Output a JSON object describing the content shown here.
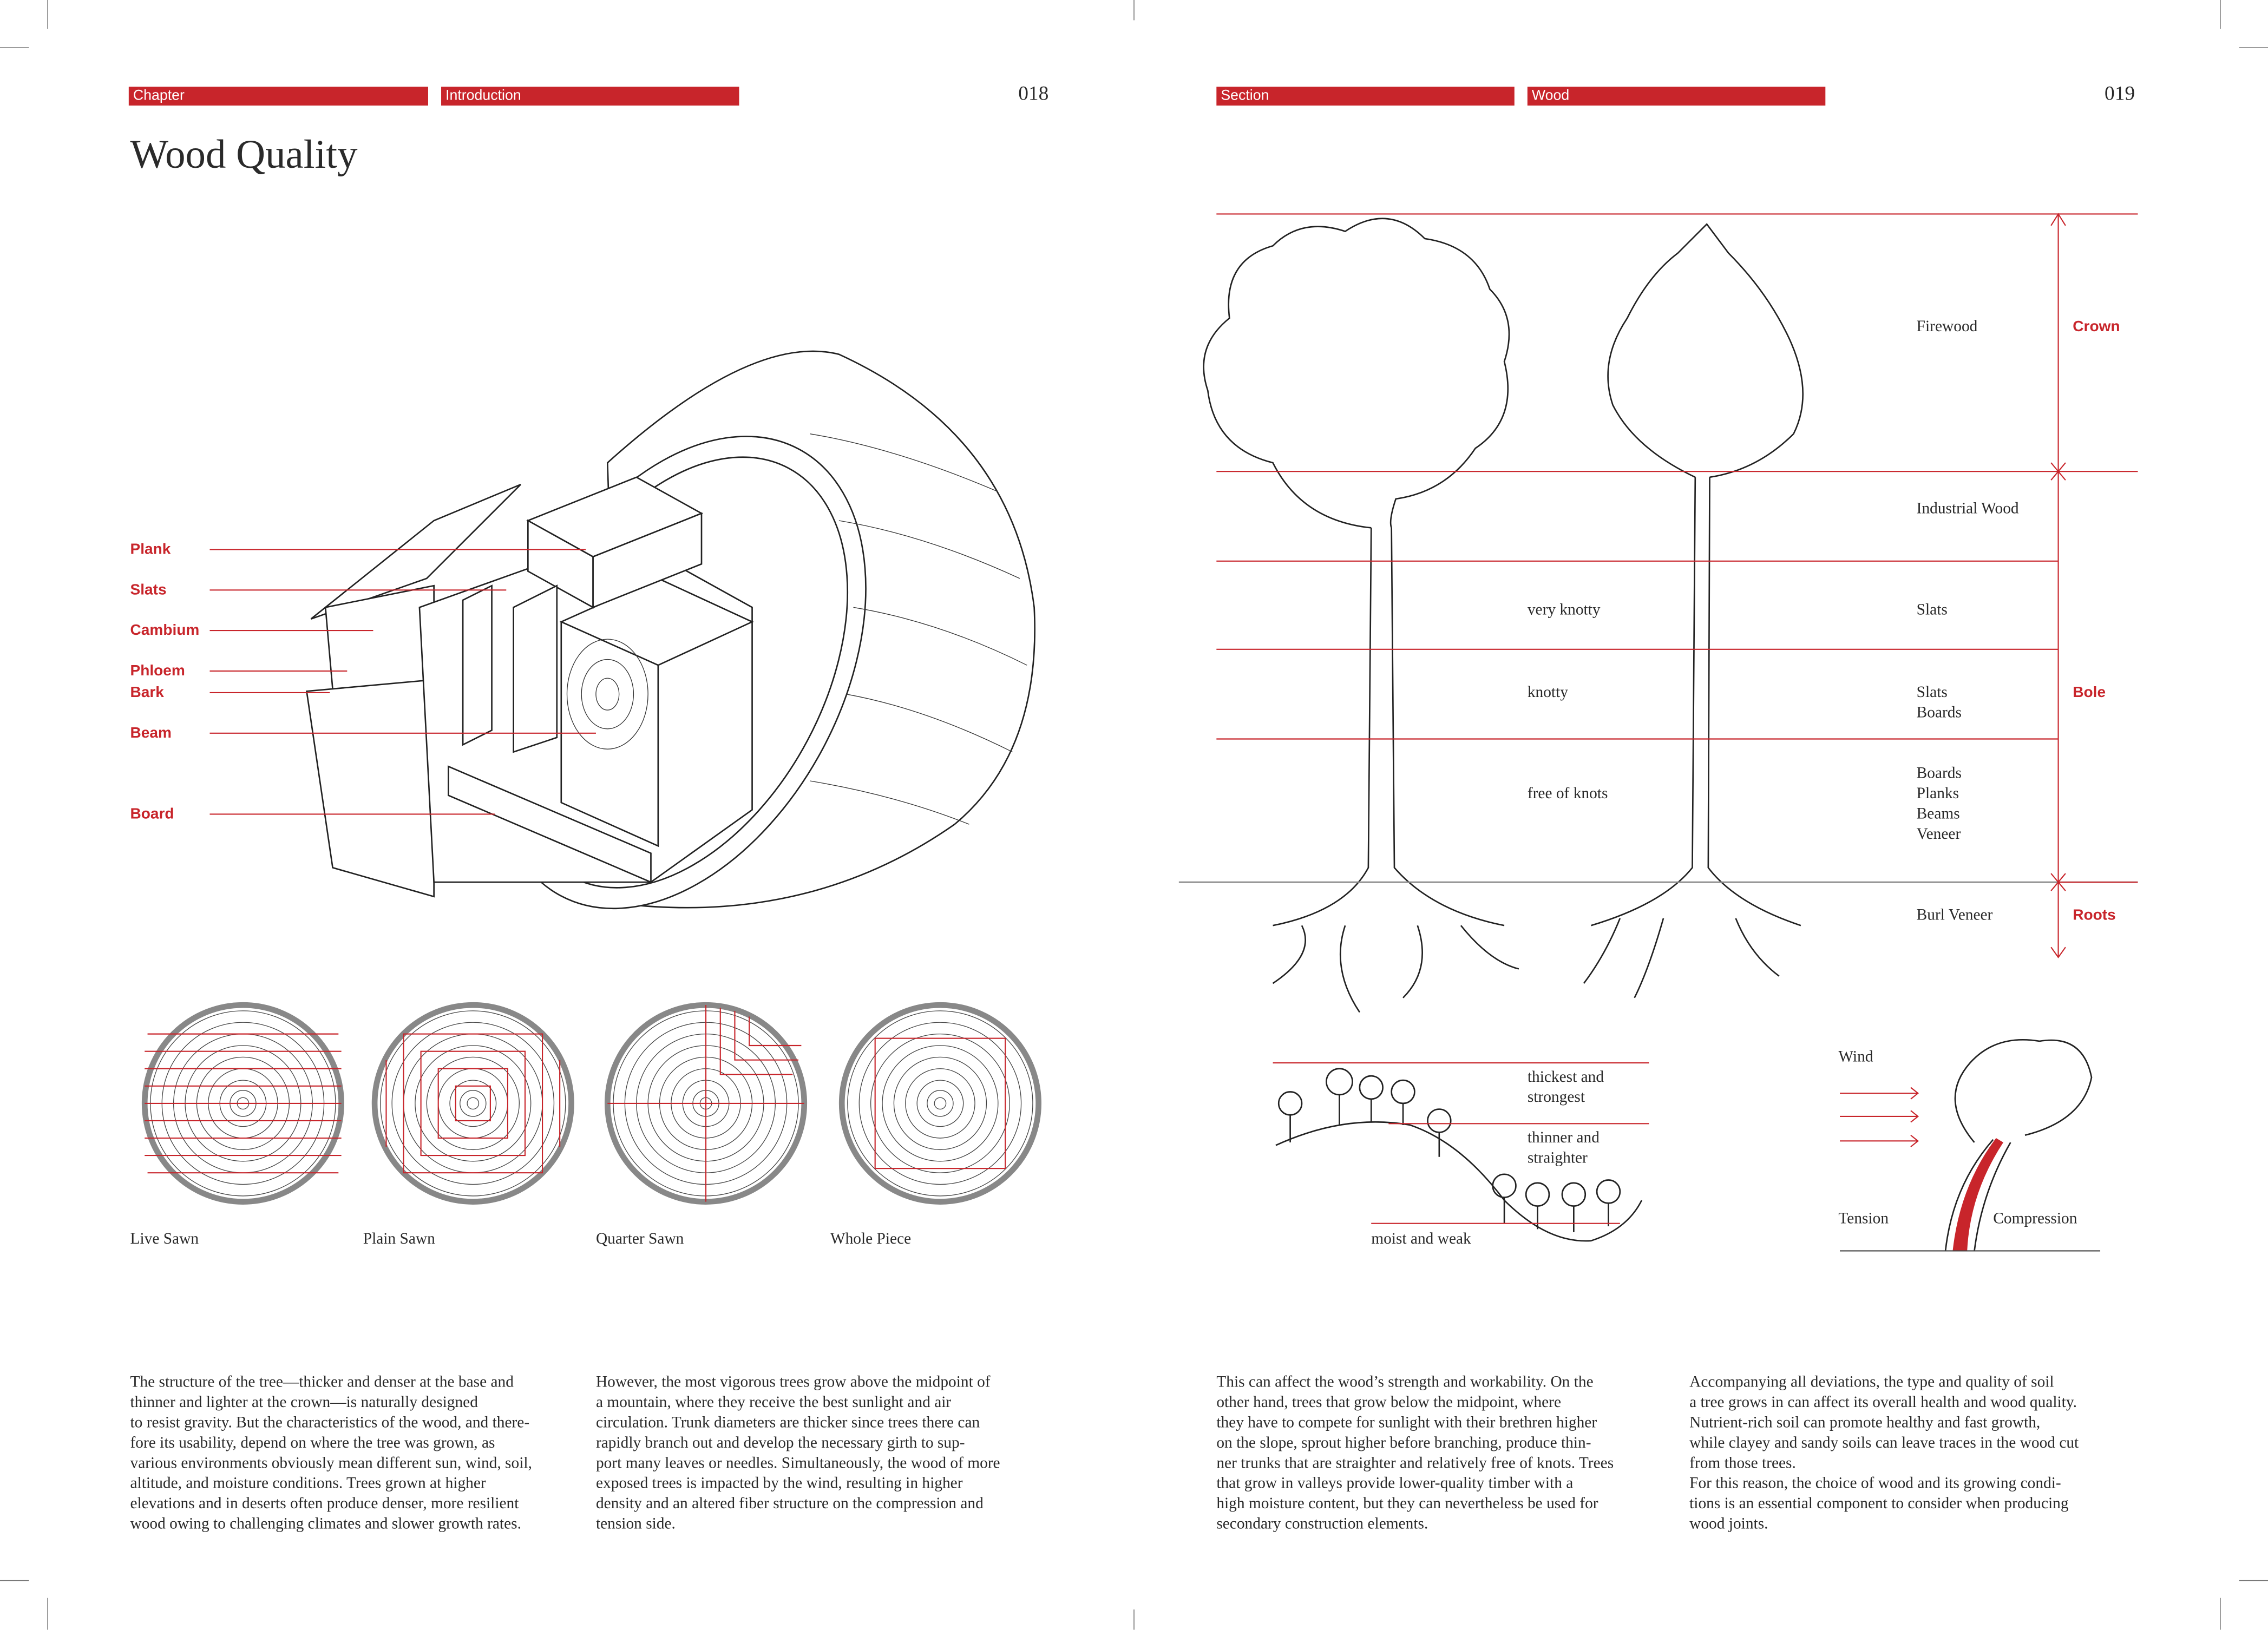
{
  "left_page": {
    "header": {
      "chapter_label": "Chapter",
      "chapter_value": "Introduction",
      "page_number": "018"
    },
    "title": "Wood Quality",
    "log_labels": [
      "Plank",
      "Slats",
      "Cambium",
      "Phloem",
      "Bark",
      "Beam",
      "Board"
    ],
    "sawing_methods": [
      "Live Sawn",
      "Plain Sawn",
      "Quarter Sawn",
      "Whole Piece"
    ],
    "body": [
      "The structure of the tree—thicker and denser at the base and\nthinner and lighter at the crown—is naturally designed\nto resist gravity. But the characteristics of the wood, and there-\nfore its usability, depend on where the tree was grown, as\nvarious environments obviously mean different sun, wind, soil,\naltitude, and moisture conditions. Trees grown at higher\nelevations and in deserts often produce denser, more resilient\nwood owing to challenging climates and slower growth rates.",
      "However, the most vigorous trees grow above the midpoint of\na mountain, where they receive the best sunlight and air\ncirculation. Trunk diameters are thicker since trees there can\nrapidly branch out and develop the necessary girth to sup-\nport many leaves or needles. Simultaneously, the wood of more\nexposed trees is impacted by the wind, resulting in higher\ndensity and an altered fiber structure on the compression and\ntension side."
    ]
  },
  "right_page": {
    "header": {
      "section_label": "Section",
      "section_value": "Wood",
      "page_number": "019"
    },
    "tree_diagram": {
      "zones": [
        "Crown",
        "Bole",
        "Roots"
      ],
      "quality": [
        "very knotty",
        "knotty",
        "free of knots"
      ],
      "uses": {
        "firewood": "Firewood",
        "industrial": "Industrial Wood",
        "slats": "Slats",
        "slats_boards": [
          "Slats",
          "Boards"
        ],
        "boards_etc": [
          "Boards",
          "Planks",
          "Beams",
          "Veneer"
        ],
        "burl": "Burl Veneer"
      }
    },
    "slope_diagram": {
      "top": [
        "thickest and",
        "strongest"
      ],
      "middle": [
        "thinner and",
        "straighter"
      ],
      "bottom": "moist and weak"
    },
    "wind_diagram": {
      "wind": "Wind",
      "tension": "Tension",
      "compression": "Compression"
    },
    "body": [
      "This can affect the wood’s strength and workability. On the\nother hand, trees that grow below the midpoint, where\nthey have to compete for sunlight with their brethren higher\non the slope, sprout higher before branching, produce thin-\nner trunks that are straighter and relatively free of knots. Trees\nthat grow in valleys provide lower-quality timber with a\nhigh moisture content, but they can nevertheless be used for\nsecondary construction elements.",
      "Accompanying all deviations, the type and quality of soil\na tree grows in can affect its overall health and wood quality.\nNutrient-rich soil can promote healthy and fast growth,\nwhile clayey and sandy soils can leave traces in the wood cut\nfrom those trees.\nFor this reason, the choice of wood and its growing condi-\ntions is an essential component to consider when producing\nwood joints."
    ]
  },
  "colors": {
    "accent": "#c8252b",
    "ink": "#2a2a2a"
  }
}
